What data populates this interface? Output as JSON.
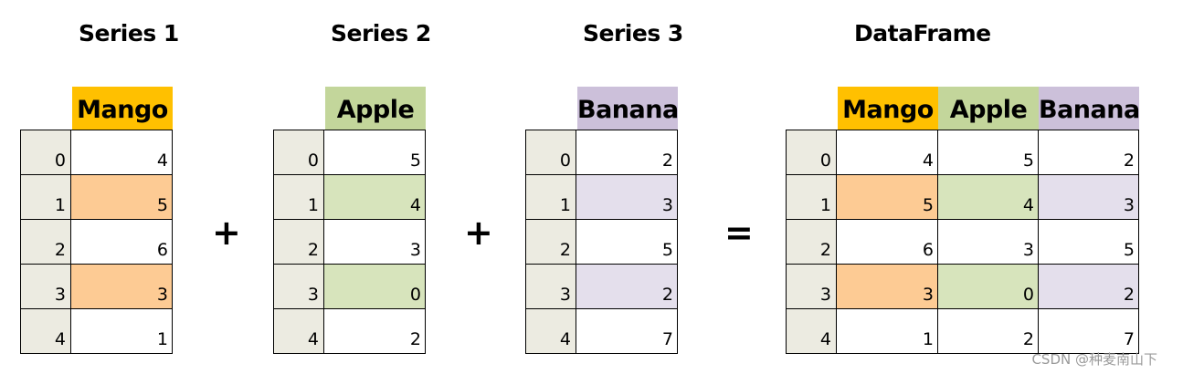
{
  "colors": {
    "mango": "#ffc000",
    "apple": "#c3d69b",
    "banana": "#ccc0da",
    "mango_hl": "#fdcb94",
    "apple_hl": "#d7e4bc",
    "banana_hl": "#e4dfec",
    "index_bg": "#ecebe1"
  },
  "series1": {
    "title": "Series 1",
    "header": "Mango",
    "index": [
      "0",
      "1",
      "2",
      "3",
      "4"
    ],
    "values": [
      "4",
      "5",
      "6",
      "3",
      "1"
    ],
    "highlighted_rows": [
      1,
      3
    ]
  },
  "series2": {
    "title": "Series 2",
    "header": "Apple",
    "index": [
      "0",
      "1",
      "2",
      "3",
      "4"
    ],
    "values": [
      "5",
      "4",
      "3",
      "0",
      "2"
    ],
    "highlighted_rows": [
      1,
      3
    ]
  },
  "series3": {
    "title": "Series 3",
    "header": "Banana",
    "index": [
      "0",
      "1",
      "2",
      "3",
      "4"
    ],
    "values": [
      "2",
      "3",
      "5",
      "2",
      "7"
    ],
    "highlighted_rows": [
      1,
      3
    ]
  },
  "dataframe": {
    "title": "DataFrame",
    "headers": [
      "Mango",
      "Apple",
      "Banana"
    ],
    "index": [
      "0",
      "1",
      "2",
      "3",
      "4"
    ],
    "rows": [
      [
        "4",
        "5",
        "2"
      ],
      [
        "5",
        "4",
        "3"
      ],
      [
        "6",
        "3",
        "5"
      ],
      [
        "3",
        "0",
        "2"
      ],
      [
        "1",
        "2",
        "7"
      ]
    ],
    "highlighted_rows": [
      1,
      3
    ]
  },
  "operators": {
    "plus1": "+",
    "plus2": "+",
    "equals": "="
  },
  "watermark": "CSDN @种麦南山下"
}
